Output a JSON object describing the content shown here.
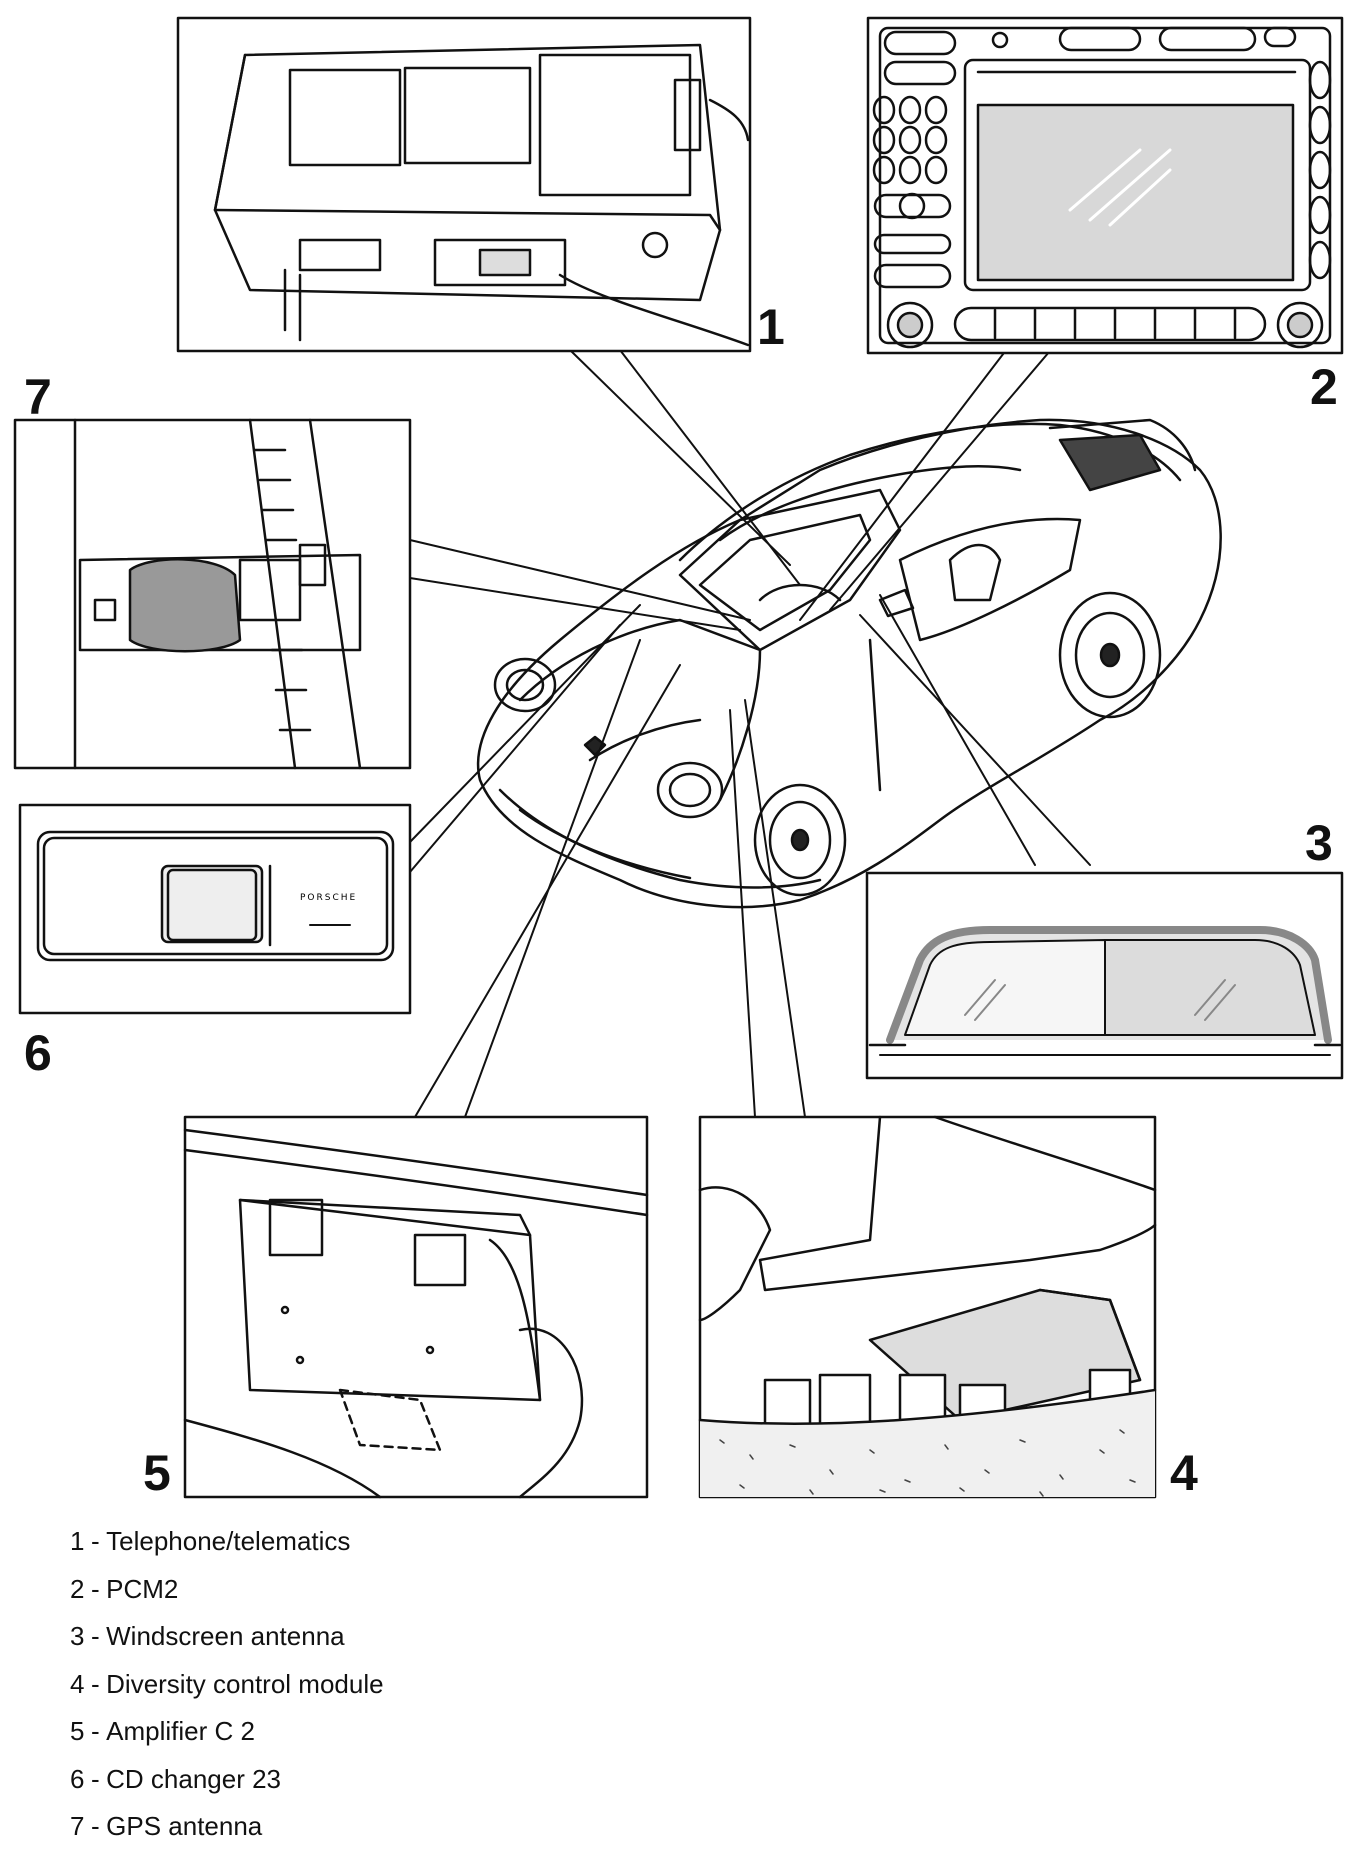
{
  "panels": [
    {
      "number": "1",
      "icon": "telematics-module-icon"
    },
    {
      "number": "2",
      "icon": "pcm-head-unit-icon"
    },
    {
      "number": "3",
      "icon": "windscreen-icon"
    },
    {
      "number": "4",
      "icon": "diversity-module-icon"
    },
    {
      "number": "5",
      "icon": "amplifier-icon"
    },
    {
      "number": "6",
      "icon": "cd-changer-icon"
    },
    {
      "number": "7",
      "icon": "gps-antenna-icon"
    }
  ],
  "cd_changer_brand": "PORSCHE",
  "legend": [
    {
      "number": "1",
      "separator": "-",
      "label": "Telephone/telematics"
    },
    {
      "number": "2",
      "separator": "-",
      "label": "PCM2"
    },
    {
      "number": "3",
      "separator": "-",
      "label": "Windscreen antenna"
    },
    {
      "number": "4",
      "separator": "-",
      "label": "Diversity control module"
    },
    {
      "number": "5",
      "separator": "-",
      "label": "Amplifier C 2"
    },
    {
      "number": "6",
      "separator": "-",
      "label": "CD changer 23"
    },
    {
      "number": "7",
      "separator": "-",
      "label": "GPS antenna"
    }
  ]
}
